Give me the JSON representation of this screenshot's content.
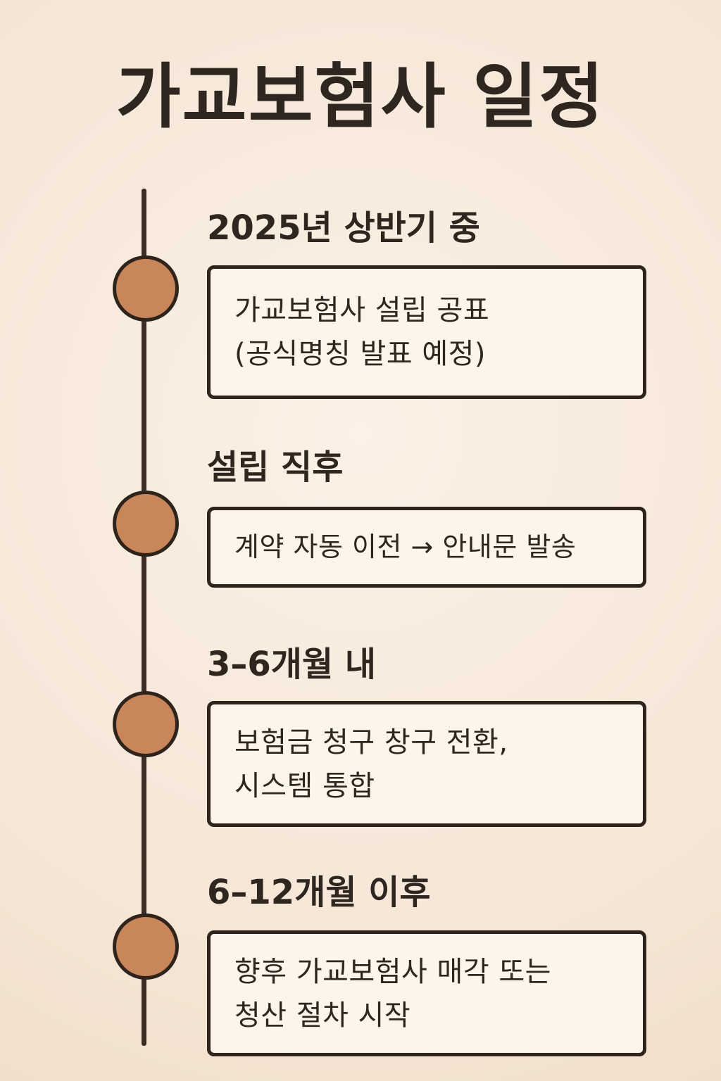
{
  "title": "가교보험사 일정",
  "stages": [
    {
      "label": "2025년 상반기 중",
      "text": "가교보험사 설립 공표\n(공식명칭 발표 예정)"
    },
    {
      "label": "설립 직후",
      "text": "계약 자동 이전 → 안내문 발송"
    },
    {
      "label": "3–6개월 내",
      "text": "보험금 청구 창구 전환,\n시스템 통합"
    },
    {
      "label": "6–12개월 이후",
      "text": "향후 가교보험사 매각 또는\n청산 절차 시작"
    }
  ],
  "colors": {
    "background": "#f6e7d7",
    "dot_fill": "#c8865a",
    "line": "#3b2d23",
    "box_fill": "#fdf5ec"
  }
}
